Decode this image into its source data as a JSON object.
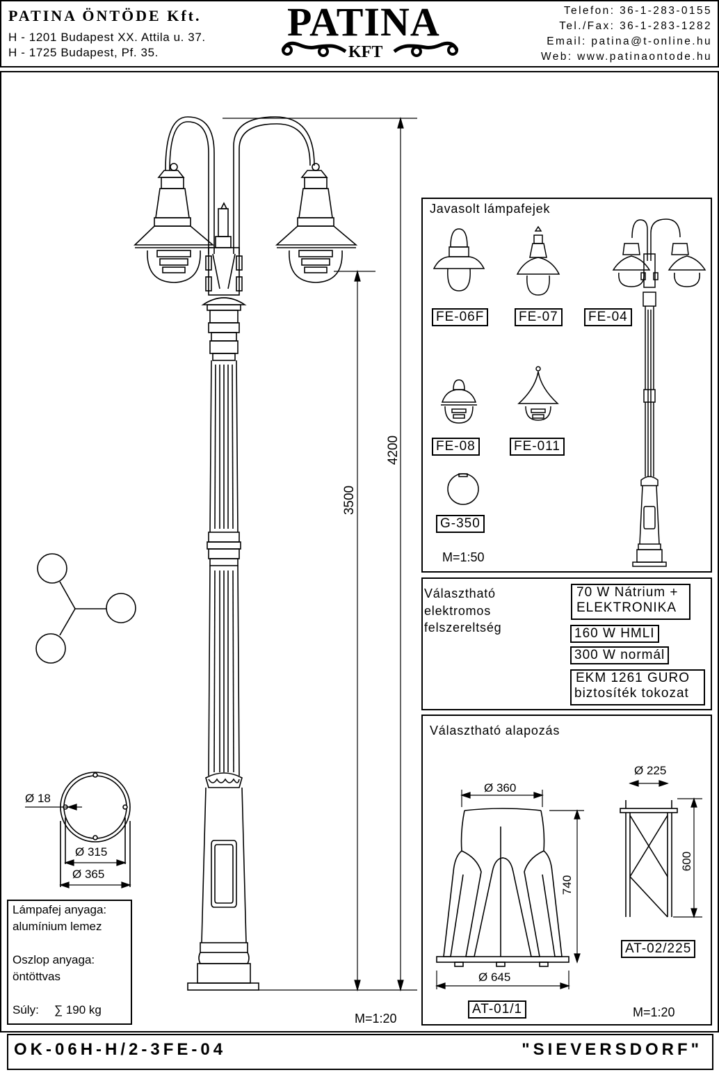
{
  "company": {
    "name": "PATINA ÖNTÖDE Kft.",
    "address1": "H - 1201 Budapest XX. Attila u. 37.",
    "address2": "H - 1725 Budapest, Pf. 35.",
    "logo_text": "PATINA",
    "logo_sub": "KFT",
    "phone": "Telefon: 36-1-283-0155",
    "fax": "Tel./Fax: 36-1-283-1282",
    "email": "Email: patina@t-online.hu",
    "web": "Web: www.patinaontode.hu"
  },
  "dimensions": {
    "total_height": "4200",
    "mount_height": "3500",
    "hole_diameter": "Ø 18",
    "bolt_circle": "Ø 315",
    "base_diameter": "Ø 365",
    "scale": "M=1:20"
  },
  "materials": {
    "lamp_head_label": "Lámpafej anyaga:",
    "lamp_head_value": "alumínium lemez",
    "pole_label": "Oszlop anyaga:",
    "pole_value": "öntöttvas",
    "weight_label": "Súly:",
    "weight_value": "∑ 190 kg"
  },
  "lamp_heads": {
    "title": "Javasolt lámpafejek",
    "items": [
      "FE-06F",
      "FE-07",
      "FE-04",
      "FE-08",
      "FE-011",
      "G-350"
    ],
    "scale": "M=1:50"
  },
  "electrical": {
    "title_lines": [
      "Választható",
      "elektromos",
      "felszereltség"
    ],
    "options": [
      [
        "70 W Nátrium +",
        "ELEKTRONIKA"
      ],
      [
        "160 W HMLI"
      ],
      [
        "300 W normál"
      ],
      [
        "EKM 1261 GURO",
        "biztosíték tokozat"
      ]
    ]
  },
  "foundation": {
    "title": "Választható alapozás",
    "a_top": "Ø 360",
    "a_height": "740",
    "a_base": "Ø 645",
    "a_code": "AT-01/1",
    "b_top": "Ø 225",
    "b_height": "600",
    "b_code": "AT-02/225",
    "scale": "M=1:20"
  },
  "product": {
    "code": "OK-06H-H/2-3FE-04",
    "name": "\"SIEVERSDORF\""
  }
}
